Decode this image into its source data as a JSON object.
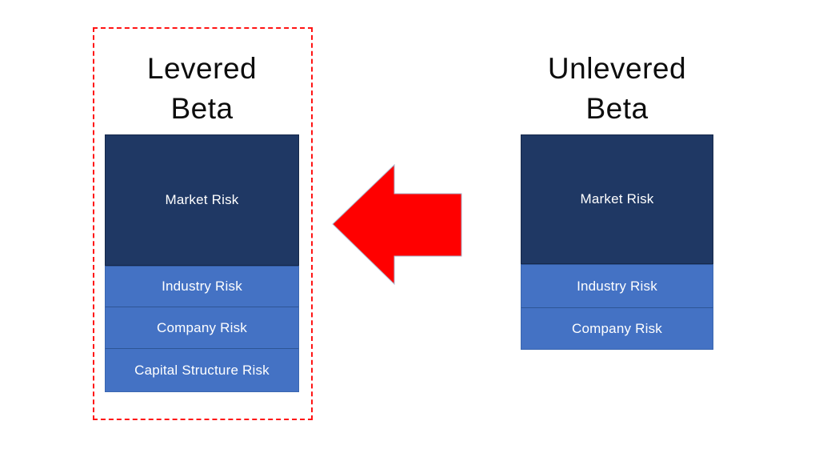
{
  "slide": {
    "left_panel": {
      "title_line1": "Levered",
      "title_line2": "Beta",
      "highlighted": true,
      "segments": [
        {
          "label": "Market Risk"
        },
        {
          "label": "Industry Risk"
        },
        {
          "label": "Company Risk"
        },
        {
          "label": "Capital Structure Risk"
        }
      ]
    },
    "right_panel": {
      "title_line1": "Unlevered",
      "title_line2": "Beta",
      "highlighted": false,
      "segments": [
        {
          "label": "Market Risk"
        },
        {
          "label": "Industry Risk"
        },
        {
          "label": "Company Risk"
        }
      ]
    },
    "arrow": {
      "direction": "left",
      "fill_color": "#ff0000"
    },
    "colors": {
      "market_risk_bg": "#1f3864",
      "other_risk_bg": "#4472c4",
      "segment_divider": "#2e5596",
      "highlight_border": "#ff1414",
      "segment_text": "#ffffff",
      "title_text": "#0d0d0d",
      "background": "#ffffff"
    }
  }
}
